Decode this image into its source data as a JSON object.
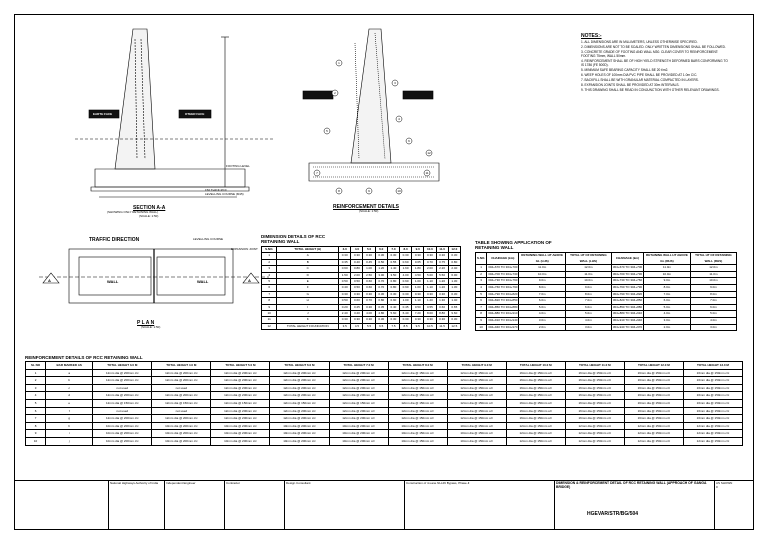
{
  "section": {
    "earth_face": "EARTH FACE",
    "other_face": "OTHER FACE",
    "title": "SECTION A-A",
    "subtitle": "(SHOWING ONLY RETAINING WALL)",
    "scale": "(SCALE: 1:50)",
    "footing_level": "FOOTING LEVEL",
    "pcc_note": "150 THICK PCC",
    "levelling_note": "LEVELLING COURSE (M15)"
  },
  "reinf_details": {
    "earth_face": "EARTH FACE",
    "other_face": "OTHER FACE",
    "title": "REINFORCEMENT DETAILS",
    "scale": "(SCALE: 1:50)",
    "markers": [
      "1",
      "2",
      "3",
      "4",
      "5",
      "6",
      "7",
      "8",
      "9",
      "10",
      "11",
      "12"
    ]
  },
  "plan": {
    "traffic": "TRAFFIC DIRECTION",
    "levelling": "LEVELLING COURSE",
    "wall_left": "WALL",
    "wall_right": "WALL",
    "title": "P L A N",
    "scale": "(SCALE: 1:50)",
    "section_mark": "A",
    "expansion": "EXPANSION JOINT"
  },
  "dim_table": {
    "title": "DIMENSION DETAILS OF RCC",
    "title2": "RETAINING WALL",
    "header": [
      "S.NO.",
      "TOTAL HEIGHT (H)",
      "3.0",
      "4.0",
      "5.0",
      "6.0",
      "7.0",
      "8.0",
      "9.0",
      "10.0",
      "11.0",
      "12.0"
    ],
    "rows": [
      [
        "1",
        "A",
        "0.30",
        "0.30",
        "0.30",
        "0.30",
        "0.30",
        "0.30",
        "0.30",
        "0.30",
        "0.30",
        "0.30"
      ],
      [
        "2",
        "B",
        "0.35",
        "0.40",
        "0.45",
        "0.50",
        "0.55",
        "0.60",
        "0.65",
        "0.70",
        "0.75",
        "0.80"
      ],
      [
        "3",
        "C",
        "0.60",
        "0.80",
        "1.00",
        "1.20",
        "1.40",
        "1.60",
        "1.80",
        "2.00",
        "2.20",
        "2.40"
      ],
      [
        "4",
        "D",
        "1.50",
        "2.00",
        "2.50",
        "3.00",
        "3.50",
        "4.00",
        "4.50",
        "5.00",
        "5.50",
        "6.00"
      ],
      [
        "5",
        "E",
        "0.50",
        "0.50",
        "0.60",
        "0.70",
        "0.80",
        "0.90",
        "1.00",
        "1.10",
        "1.20",
        "1.30"
      ],
      [
        "6",
        "F",
        "0.40",
        "0.50",
        "0.60",
        "0.70",
        "0.80",
        "0.90",
        "1.00",
        "1.10",
        "1.20",
        "1.30"
      ],
      [
        "7",
        "G",
        "0.30",
        "0.30",
        "0.30",
        "0.30",
        "0.30",
        "0.30",
        "0.30",
        "0.30",
        "0.30",
        "0.30"
      ],
      [
        "8",
        "H",
        "0.50",
        "0.60",
        "0.70",
        "0.80",
        "0.90",
        "1.00",
        "1.10",
        "1.20",
        "1.30",
        "1.40"
      ],
      [
        "9",
        "I",
        "0.20",
        "0.25",
        "0.30",
        "0.35",
        "0.40",
        "0.45",
        "0.50",
        "0.55",
        "0.60",
        "0.65"
      ],
      [
        "10",
        "J",
        "2.40",
        "3.20",
        "4.00",
        "4.80",
        "5.60",
        "6.40",
        "7.20",
        "8.00",
        "8.80",
        "9.60"
      ],
      [
        "11",
        "K",
        "0.30",
        "0.30",
        "0.30",
        "0.30",
        "0.30",
        "0.30",
        "0.30",
        "0.30",
        "0.30",
        "0.30"
      ],
      [
        "12",
        "TOTAL HEIGHT FOUNDATION",
        "3.5",
        "4.5",
        "5.5",
        "6.5",
        "7.5",
        "8.5",
        "9.5",
        "10.5",
        "11.5",
        "12.5"
      ]
    ]
  },
  "app_table": {
    "title": "TABLE SHOWING APPLICATION OF",
    "title2": "RETAINING WALL",
    "header": [
      "S.NO.",
      "CHAINAGE (km)",
      "RETAINING WALL HT ABOVE GL (LHS)",
      "TOTAL HT OF RETAINING WALL (LHS)",
      "CHAINAGE (km)",
      "RETAINING WALL HT ABOVE GL (RHS)",
      "TOTAL HT OF RETAINING WALL (RHS)"
    ],
    "rows": [
      [
        "1",
        "304+670 TO 304+700",
        "11.0m",
        "12.0m",
        "304+670 TO 304+700",
        "11.0m",
        "12.0m"
      ],
      [
        "2",
        "304+700 TO 304+730",
        "10.0m",
        "11.0m",
        "304+700 TO 304+730",
        "10.0m",
        "11.0m"
      ],
      [
        "3",
        "304+730 TO 304+760",
        "9.0m",
        "10.0m",
        "304+730 TO 304+760",
        "9.0m",
        "10.0m"
      ],
      [
        "4",
        "304+760 TO 304+790",
        "8.0m",
        "9.0m",
        "304+760 TO 304+790",
        "8.0m",
        "9.0m"
      ],
      [
        "5",
        "304+790 TO 304+820",
        "7.0m",
        "8.0m",
        "304+790 TO 304+820",
        "7.0m",
        "8.0m"
      ],
      [
        "6",
        "304+820 TO 304+850",
        "6.0m",
        "7.0m",
        "304+820 TO 304+850",
        "6.0m",
        "7.0m"
      ],
      [
        "7",
        "304+850 TO 304+880",
        "5.0m",
        "6.0m",
        "304+850 TO 304+880",
        "5.0m",
        "6.0m"
      ],
      [
        "8",
        "304+880 TO 304+910",
        "4.0m",
        "5.0m",
        "304+880 TO 304+910",
        "4.0m",
        "5.0m"
      ],
      [
        "9",
        "304+910 TO 304+940",
        "3.0m",
        "4.0m",
        "304+910 TO 304+940",
        "3.0m",
        "4.0m"
      ],
      [
        "10",
        "304+940 TO 304+970",
        "2.0m",
        "3.0m",
        "304+940 TO 304+970",
        "2.0m",
        "3.0m"
      ]
    ]
  },
  "reinf_table": {
    "title": "REINFORCEMENT DETAILS OF RCC RETAINING WALL",
    "header": [
      "SL NO",
      "BAR MARKED AS",
      "TOTAL HEIGHT 3.0 M",
      "TOTAL HEIGHT 4.0 M",
      "TOTAL HEIGHT 5.0 M",
      "TOTAL HEIGHT 6.0 M",
      "TOTAL HEIGHT 7.0 M",
      "TOTAL HEIGHT 8.0 M",
      "TOTAL HEIGHT 9.0 M",
      "TOTAL HEIGHT 10.0 M",
      "TOTAL HEIGHT 11.0 M",
      "TOTAL HEIGHT 12.0 M",
      "TOTAL HEIGHT 13.0 M"
    ],
    "rows": [
      [
        "1",
        "a",
        "12mm dia @ 200mm c/c",
        "12mm dia @ 200mm c/c",
        "12mm dia @ 200mm c/c",
        "12mm dia @ 200mm c/c",
        "12mm dia @ 200mm c/c",
        "12mm dia @ 150mm c/c",
        "12mm dia @ 150mm c/c",
        "16mm dia @ 150mm c/c",
        "16mm dia @ 150mm c/c",
        "16mm dia @ 150mm c/c",
        "16mm dia @ 150mm c/c"
      ],
      [
        "2",
        "b",
        "12mm dia @ 200mm c/c",
        "12mm dia @ 200mm c/c",
        "12mm dia @ 200mm c/c",
        "12mm dia @ 200mm c/c",
        "12mm dia @ 200mm c/c",
        "12mm dia @ 150mm c/c",
        "12mm dia @ 150mm c/c",
        "16mm dia @ 150mm c/c",
        "16mm dia @ 150mm c/c",
        "16mm dia @ 150mm c/c",
        "16mm dia @ 150mm c/c"
      ],
      [
        "3",
        "c",
        "not used",
        "not used",
        "12mm dia @ 200mm c/c",
        "12mm dia @ 200mm c/c",
        "12mm dia @ 200mm c/c",
        "12mm dia @ 150mm c/c",
        "12mm dia @ 150mm c/c",
        "16mm dia @ 150mm c/c",
        "16mm dia @ 150mm c/c",
        "16mm dia @ 150mm c/c",
        "16mm dia @ 150mm c/c"
      ],
      [
        "4",
        "d",
        "12mm dia @ 200mm c/c",
        "12mm dia @ 200mm c/c",
        "12mm dia @ 200mm c/c",
        "12mm dia @ 200mm c/c",
        "12mm dia @ 200mm c/c",
        "12mm dia @ 150mm c/c",
        "12mm dia @ 150mm c/c",
        "16mm dia @ 150mm c/c",
        "16mm dia @ 150mm c/c",
        "16mm dia @ 150mm c/c",
        "16mm dia @ 150mm c/c"
      ],
      [
        "5",
        "e",
        "12mm dia @ 150mm c/c",
        "12mm dia @ 150mm c/c",
        "12mm dia @ 150mm c/c",
        "12mm dia @ 150mm c/c",
        "12mm dia @ 150mm c/c",
        "12mm dia @ 150mm c/c",
        "12mm dia @ 150mm c/c",
        "16mm dia @ 150mm c/c",
        "16mm dia @ 150mm c/c",
        "16mm dia @ 150mm c/c",
        "16mm dia @ 150mm c/c"
      ],
      [
        "6",
        "f",
        "not used",
        "not used",
        "12mm dia @ 200mm c/c",
        "12mm dia @ 200mm c/c",
        "12mm dia @ 200mm c/c",
        "12mm dia @ 150mm c/c",
        "12mm dia @ 150mm c/c",
        "16mm dia @ 150mm c/c",
        "16mm dia @ 150mm c/c",
        "16mm dia @ 150mm c/c",
        "16mm dia @ 150mm c/c"
      ],
      [
        "7",
        "g",
        "12mm dia @ 200mm c/c",
        "12mm dia @ 200mm c/c",
        "12mm dia @ 200mm c/c",
        "12mm dia @ 200mm c/c",
        "12mm dia @ 200mm c/c",
        "12mm dia @ 150mm c/c",
        "12mm dia @ 150mm c/c",
        "16mm dia @ 150mm c/c",
        "16mm dia @ 150mm c/c",
        "16mm dia @ 150mm c/c",
        "16mm dia @ 150mm c/c"
      ],
      [
        "8",
        "h",
        "10mm dia @ 200mm c/c",
        "10mm dia @ 200mm c/c",
        "10mm dia @ 200mm c/c",
        "10mm dia @ 200mm c/c",
        "10mm dia @ 200mm c/c",
        "10mm dia @ 150mm c/c",
        "10mm dia @ 150mm c/c",
        "12mm dia @ 150mm c/c",
        "12mm dia @ 150mm c/c",
        "12mm dia @ 150mm c/c",
        "12mm dia @ 150mm c/c"
      ],
      [
        "9",
        "i",
        "10mm dia @ 200mm c/c",
        "10mm dia @ 200mm c/c",
        "10mm dia @ 200mm c/c",
        "10mm dia @ 200mm c/c",
        "10mm dia @ 200mm c/c",
        "10mm dia @ 150mm c/c",
        "10mm dia @ 150mm c/c",
        "12mm dia @ 150mm c/c",
        "12mm dia @ 150mm c/c",
        "12mm dia @ 150mm c/c",
        "12mm dia @ 150mm c/c"
      ],
      [
        "10",
        "j",
        "10mm dia @ 200mm c/c",
        "10mm dia @ 200mm c/c",
        "10mm dia @ 200mm c/c",
        "10mm dia @ 200mm c/c",
        "10mm dia @ 200mm c/c",
        "10mm dia @ 150mm c/c",
        "10mm dia @ 150mm c/c",
        "12mm dia @ 150mm c/c",
        "12mm dia @ 150mm c/c",
        "12mm dia @ 150mm c/c",
        "12mm dia @ 150mm c/c"
      ]
    ]
  },
  "notes": {
    "title": "NOTES:-",
    "items": [
      "1. ALL DIMENSIONS ARE IN MILLIMETERS, UNLESS OTHERWISE SPECIFIED.",
      "2. DIMENSIONS ARE NOT TO BE SCALED. ONLY WRITTEN DIMENSIONS SHALL BE FOLLOWED.",
      "3. CONCRETE GRADE OF FOOTING AND WALL M30. CLEAR COVER TO REINFORCEMENT: FOOTING 75mm, WALL 50mm.",
      "4. REINFORCEMENT SHALL BE OF HIGH YIELD STRENGTH DEFORMED BARS CONFORMING TO IS 1786 (FE 500D).",
      "5. MINIMUM SAFE BEARING CAPACITY SHALL BE 20 t/m2.",
      "6. WEEP HOLES OF 100mm DIA PVC PIPE SHALL BE PROVIDED AT 1.0m C/C.",
      "7. BACKFILL SHALL BE WITH GRANULAR MATERIAL COMPACTED IN LAYERS.",
      "8. EXPANSION JOINTS SHALL BE PROVIDED AT 30m INTERVALS.",
      "9. THIS DRAWING SHALL BE READ IN CONJUNCTION WITH OTHER RELEVANT DRAWINGS."
    ]
  },
  "title_block": {
    "client": "National Highways Authority of India",
    "ie": "Independent Engineer",
    "contractor": "Contractor",
    "consultant": "Design Consultant",
    "project": "Construction of 4-Lane NH-29 Bypass, Phase-II",
    "drawing_title": "DIMENSION & REINFORCEMENT DETAIL OF RCC RETAINING WALL (APPROACH OF GANGA BRIDGE)",
    "drawing_no": "HGEVAR/STR/BG/504",
    "scale": "AS SHOWN",
    "rev": "0"
  }
}
